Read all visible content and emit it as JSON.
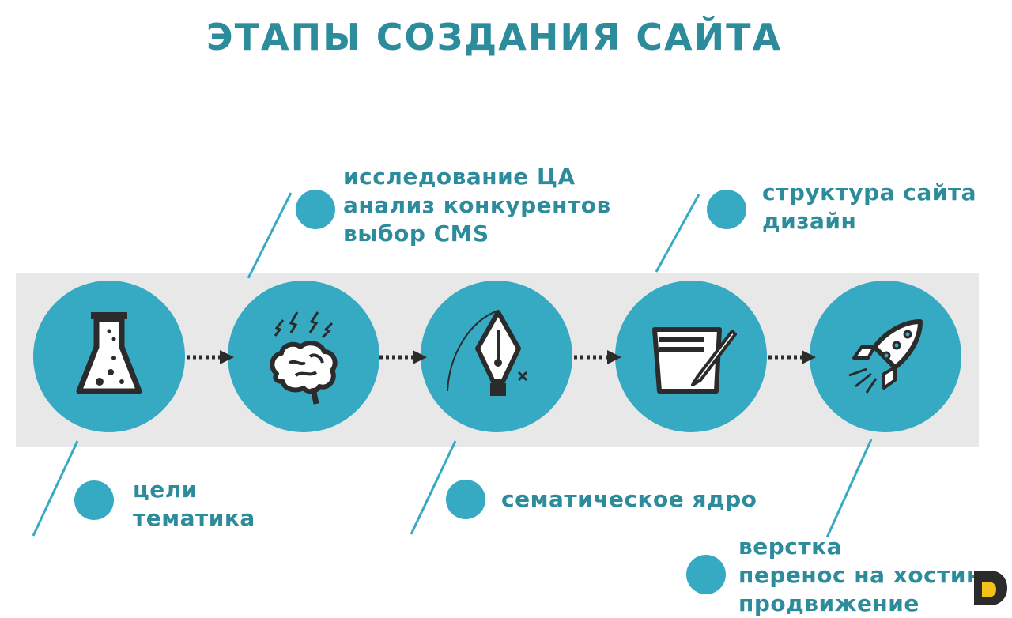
{
  "title": "ЭТАПЫ СОЗДАНИЯ САЙТА",
  "colors": {
    "accent": "#36a9c3",
    "text": "#2d8c9c",
    "band": "#e8e8e8",
    "icon": "#2b2b2b"
  },
  "stages": [
    {
      "icon": "flask-icon",
      "lines": [
        "цели",
        "тематика"
      ]
    },
    {
      "icon": "brain-icon",
      "lines": [
        "исследование ЦА",
        "анализ конкурентов",
        "выбор CMS"
      ]
    },
    {
      "icon": "pen-nib-icon",
      "lines": [
        "сематическое ядро"
      ]
    },
    {
      "icon": "notepad-pencil-icon",
      "lines": [
        "структура сайта",
        "дизайн"
      ]
    },
    {
      "icon": "rocket-icon",
      "lines": [
        "верстка",
        "перенос на хостинг",
        "продвижение"
      ]
    }
  ]
}
